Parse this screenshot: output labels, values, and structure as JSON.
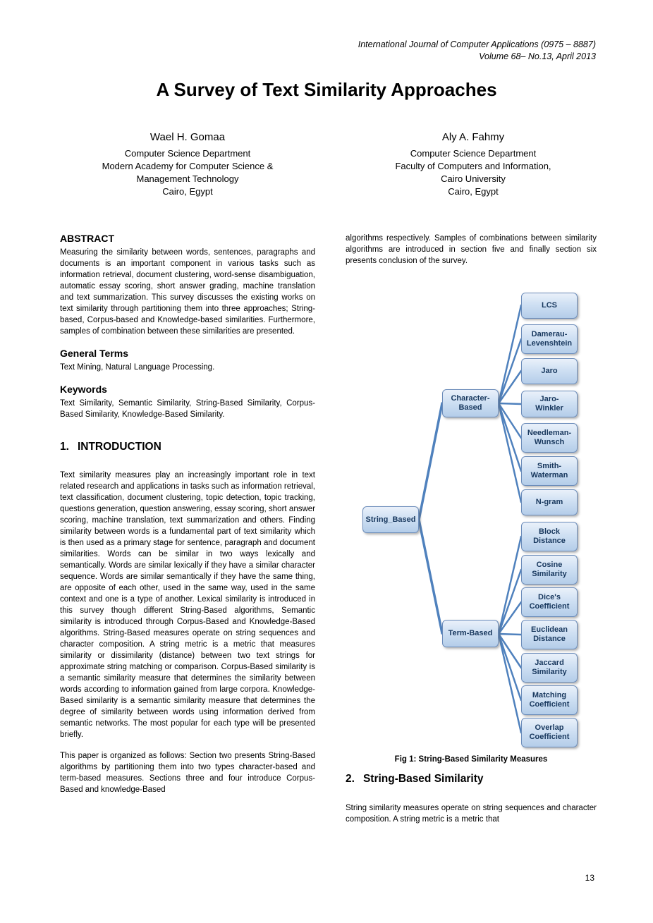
{
  "header": {
    "line1": "International Journal of Computer Applications (0975 – 8887)",
    "line2": "Volume 68– No.13, April 2013"
  },
  "title": "A Survey of Text Similarity Approaches",
  "authors": [
    {
      "name": "Wael H. Gomaa",
      "line1": "Computer Science Department",
      "line2": "Modern Academy for Computer Science &",
      "line3": "Management Technology",
      "line4": "Cairo, Egypt"
    },
    {
      "name": "Aly A. Fahmy",
      "line1": "Computer Science Department",
      "line2": "Faculty of Computers and Information,",
      "line3": "Cairo University",
      "line4": "Cairo, Egypt"
    }
  ],
  "abstract": {
    "heading": "ABSTRACT",
    "text": "Measuring the similarity between words, sentences, paragraphs and documents is an important component in various tasks such as information retrieval, document clustering, word-sense disambiguation, automatic essay scoring, short answer grading, machine translation and text summarization. This survey discusses the existing works on text similarity through partitioning them into three approaches; String-based, Corpus-based and Knowledge-based similarities. Furthermore, samples of combination between these similarities are presented."
  },
  "general_terms": {
    "heading": "General Terms",
    "text": "Text Mining, Natural Language Processing."
  },
  "keywords": {
    "heading": "Keywords",
    "text": "Text Similarity, Semantic Similarity, String-Based Similarity, Corpus-Based Similarity, Knowledge-Based Similarity."
  },
  "introduction": {
    "number": "1.",
    "heading": "INTRODUCTION",
    "para1": "Text similarity measures play an increasingly important role in text related research and applications in tasks such as information retrieval, text classification, document clustering, topic detection, topic tracking, questions generation, question answering, essay scoring, short answer scoring, machine translation, text summarization and others. Finding similarity between words is a fundamental part of text similarity which is then used as a primary stage for sentence, paragraph and document similarities. Words can be similar in two ways lexically and semantically. Words are similar lexically if they have a similar character sequence. Words are similar semantically if they have the same thing, are opposite of each other, used in the same way, used in the same context and one is a type of another. Lexical similarity is introduced in this survey though different String-Based algorithms, Semantic similarity is introduced through Corpus-Based and Knowledge-Based algorithms. String-Based measures operate on string sequences and character composition. A string metric is a metric that measures similarity or dissimilarity (distance) between two text strings for approximate string matching or comparison. Corpus-Based similarity is a semantic similarity measure that determines the similarity between words according to information gained from large corpora. Knowledge-Based similarity is a semantic similarity measure that determines the degree of similarity between words using information derived from semantic networks. The most popular for each type will be presented briefly.",
    "para2": "This paper is organized as follows: Section two presents String-Based algorithms by partitioning them into two types character-based and term-based measures. Sections three and four introduce Corpus-Based and knowledge-Based"
  },
  "right_column": {
    "top_paragraph": "algorithms respectively. Samples of combinations between similarity algorithms are introduced in section five and finally section six presents conclusion of the survey."
  },
  "figure": {
    "caption": "Fig 1: String-Based Similarity Measures",
    "root": "String_Based",
    "branches": [
      {
        "label": "Character-Based",
        "children": [
          "LCS",
          "Damerau-Levenshtein",
          "Jaro",
          "Jaro-Winkler",
          "Needleman-Wunsch",
          "Smith-Waterman",
          "N-gram"
        ]
      },
      {
        "label": "Term-Based",
        "children": [
          "Block Distance",
          "Cosine Similarity",
          "Dice's Coefficient",
          "Euclidean Distance",
          "Jaccard Similarity",
          "Matching Coefficient",
          "Overlap Coefficient"
        ]
      }
    ],
    "colors": {
      "connector": "#4f81bd",
      "node_border": "#6b8cba",
      "node_text": "#17375d"
    }
  },
  "section2": {
    "number": "2.",
    "heading": "String-Based Similarity",
    "text": "String similarity measures operate on string sequences and character composition. A string metric is a metric that"
  },
  "page_number": "13"
}
